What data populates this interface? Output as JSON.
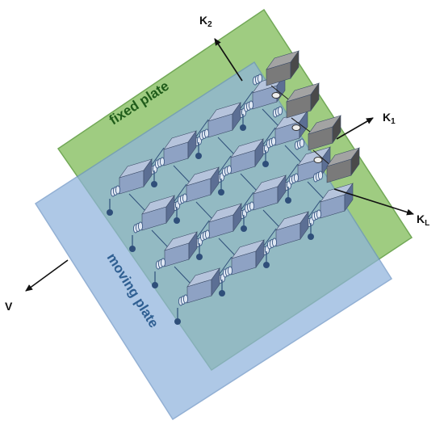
{
  "diagram": {
    "fixed_plate": {
      "label": "fixed plate",
      "fill": "#8fc46c",
      "stroke": "#5a9a3a",
      "label_color": "#1f5c1a"
    },
    "moving_plate": {
      "label": "moving plate",
      "fill": "#8fb4dd",
      "stroke": "#6a93c4",
      "label_color": "#2f5f92"
    },
    "arrows": [
      {
        "id": "k2",
        "label": "K",
        "sub": "2"
      },
      {
        "id": "k1",
        "label": "K",
        "sub": "1"
      },
      {
        "id": "kl",
        "label": "K",
        "sub": "L"
      },
      {
        "id": "v",
        "label": "V",
        "sub": ""
      }
    ],
    "colors": {
      "block_front": "#8ea2c4",
      "block_top": "#b6c4dc",
      "block_side": "#5c6f94",
      "dark_block_front": "#7a7a7a",
      "dark_block_top": "#a3a3a3",
      "dark_block_side": "#4a4a4a",
      "node": "#2f4f7a",
      "arrow": "#111111"
    }
  }
}
